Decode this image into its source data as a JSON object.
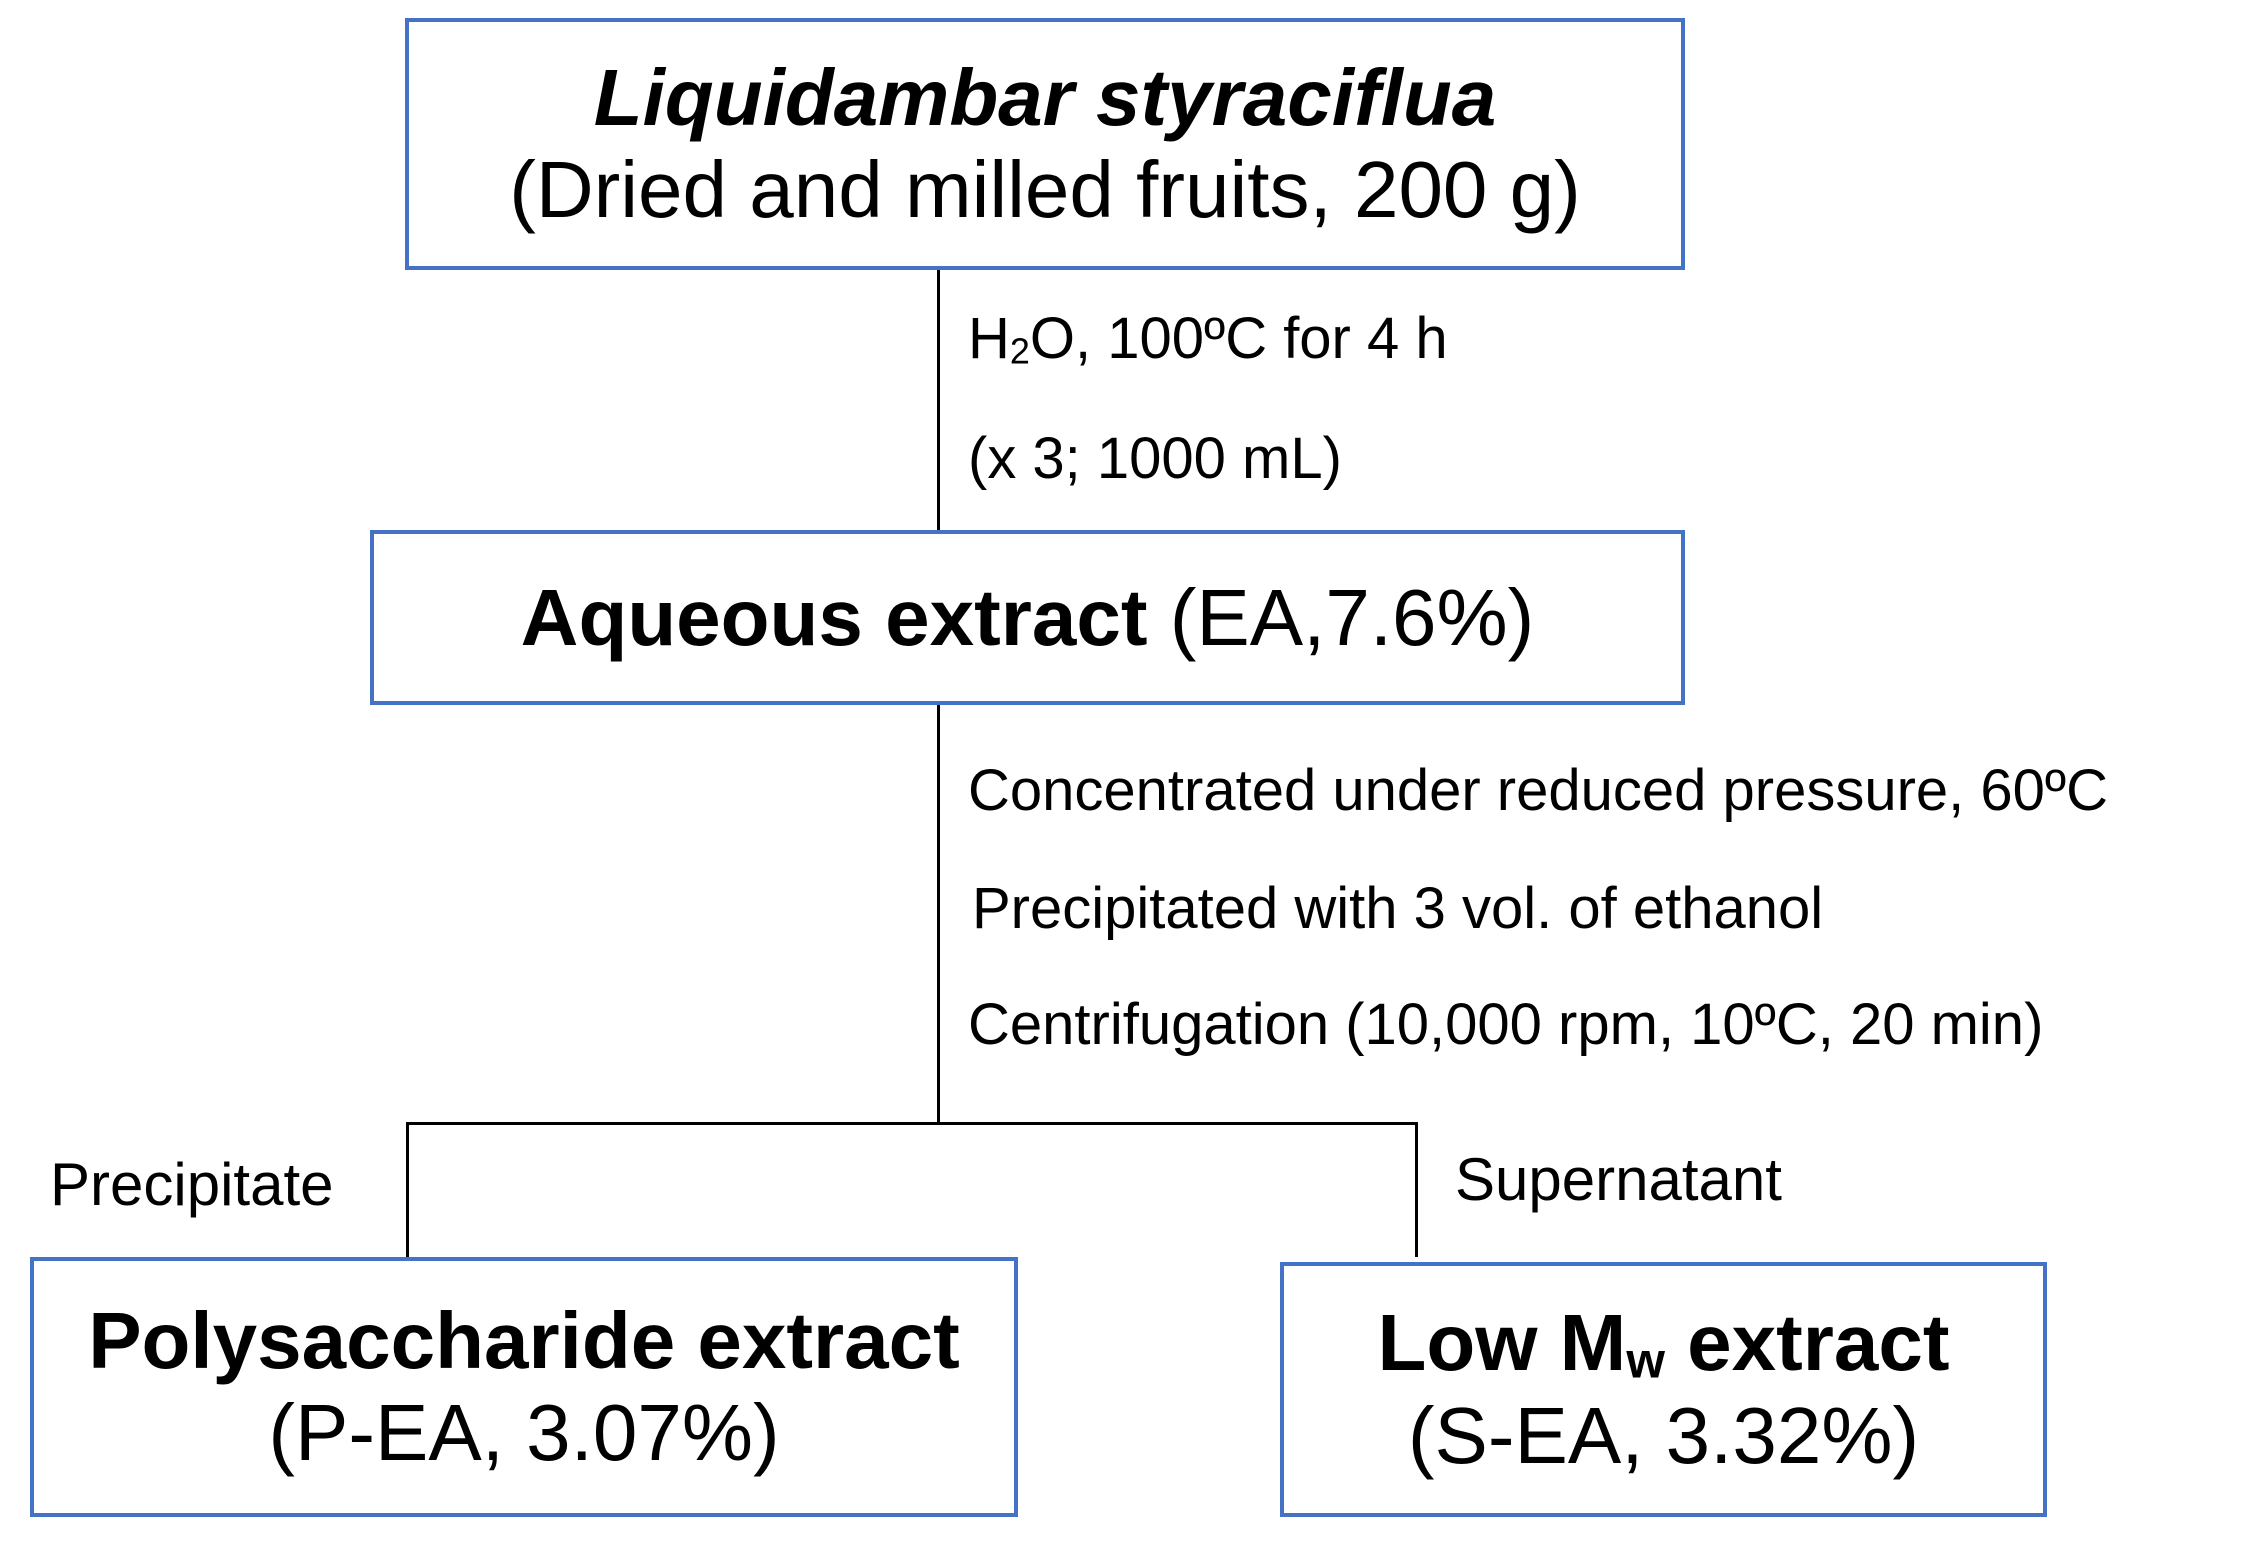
{
  "nodes": {
    "source": {
      "name": "Liquidambar styraciflua",
      "detail": "(Dried and milled fruits, 200 g)"
    },
    "aqueous": {
      "name": "Aqueous extract",
      "detail": "(EA,7.6%)"
    },
    "polysaccharide": {
      "name": "Polysaccharide extract",
      "detail": "(P-EA, 3.07%)"
    },
    "low_mw": {
      "name_prefix": "Low M",
      "name_sub": "w",
      "name_suffix": " extract",
      "detail": "(S-EA, 3.32%)"
    }
  },
  "steps": {
    "extraction": {
      "line1_prefix": "H",
      "line1_sub": "2",
      "line1_suffix": "O, 100ºC for 4 h",
      "line2": "(x 3; 1000 mL)"
    },
    "separation": {
      "line1": "Concentrated under reduced pressure, 60ºC",
      "line2": "Precipitated with 3 vol. of ethanol",
      "line3": "Centrifugation (10,000 rpm, 10ºC, 20 min)"
    }
  },
  "branches": {
    "left": "Precipitate",
    "right": "Supernatant"
  },
  "colors": {
    "box_border": "#4472c4",
    "line": "#000000",
    "text": "#000000"
  }
}
